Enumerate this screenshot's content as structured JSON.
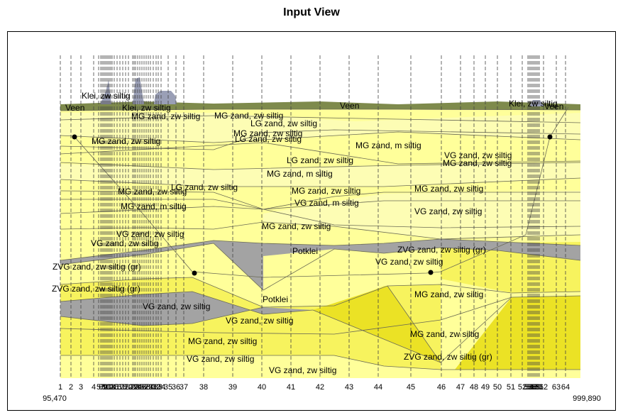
{
  "title": "Input View",
  "axis": {
    "left_value": "95,470",
    "right_value": "999,890",
    "verticals": [
      {
        "label": "1"
      },
      {
        "label": "2"
      },
      {
        "label": "3"
      },
      {
        "label": "4"
      },
      {
        "label": "5"
      },
      {
        "label": "6"
      },
      {
        "label": "7"
      },
      {
        "label": "8"
      },
      {
        "label": "9"
      },
      {
        "label": "10"
      },
      {
        "label": "11"
      },
      {
        "label": "12"
      },
      {
        "label": "13"
      },
      {
        "label": "14"
      },
      {
        "label": "15"
      },
      {
        "label": "16"
      },
      {
        "label": "17"
      },
      {
        "label": "18"
      },
      {
        "label": "19"
      },
      {
        "label": "20"
      },
      {
        "label": "21"
      },
      {
        "label": "22"
      },
      {
        "label": "23"
      },
      {
        "label": "24"
      },
      {
        "label": "25"
      },
      {
        "label": "26"
      },
      {
        "label": "27"
      },
      {
        "label": "28"
      },
      {
        "label": "29"
      },
      {
        "label": "30"
      },
      {
        "label": "31"
      },
      {
        "label": "32"
      },
      {
        "label": "33"
      },
      {
        "label": "34"
      },
      {
        "label": "35"
      },
      {
        "label": "36"
      },
      {
        "label": "37"
      },
      {
        "label": "38"
      },
      {
        "label": "39"
      },
      {
        "label": "40"
      },
      {
        "label": "41"
      },
      {
        "label": "42"
      },
      {
        "label": "43"
      },
      {
        "label": "44"
      },
      {
        "label": "45"
      },
      {
        "label": "46"
      },
      {
        "label": "47"
      },
      {
        "label": "48"
      },
      {
        "label": "49"
      },
      {
        "label": "50"
      },
      {
        "label": "51"
      },
      {
        "label": "52"
      },
      {
        "label": "53"
      },
      {
        "label": "54"
      },
      {
        "label": "55"
      },
      {
        "label": "56"
      },
      {
        "label": "57"
      },
      {
        "label": "58"
      },
      {
        "label": "59"
      },
      {
        "label": "60"
      },
      {
        "label": "61"
      },
      {
        "label": "62"
      },
      {
        "label": "63"
      },
      {
        "label": "64"
      }
    ]
  },
  "layers": [
    {
      "name": "Klei, zw siltig"
    },
    {
      "name": "Veen"
    },
    {
      "name": "Klei, zw siltig"
    },
    {
      "name": "MG zand, zw siltig"
    },
    {
      "name": "MG zand, zw siltig"
    },
    {
      "name": "Veen"
    },
    {
      "name": "Klei, zw siltig"
    },
    {
      "name": "Veen"
    },
    {
      "name": "LG zand, zw siltig"
    },
    {
      "name": "MG zand, zw siltig"
    },
    {
      "name": "LG zand, zw siltig"
    },
    {
      "name": "MG zand, zw siltig"
    },
    {
      "name": "MG zand, m siltig"
    },
    {
      "name": "LG zand, zw siltig"
    },
    {
      "name": "MG zand, m siltig"
    },
    {
      "name": "VG zand, zw siltig"
    },
    {
      "name": "MG zand, zw siltig"
    },
    {
      "name": "LG zand, zw siltig"
    },
    {
      "name": "MG zand, zw siltig"
    },
    {
      "name": "MG zand, zw siltig"
    },
    {
      "name": "MG zand, zw siltig"
    },
    {
      "name": "MG zand, m siltig"
    },
    {
      "name": "VG zand, m siltig"
    },
    {
      "name": "VG zand, zw siltig"
    },
    {
      "name": "MG zand, zw siltig"
    },
    {
      "name": "VG zand, zw siltig"
    },
    {
      "name": "VG zand, zw siltig"
    },
    {
      "name": "Potklei"
    },
    {
      "name": "ZVG zand, zw siltig (gr)"
    },
    {
      "name": "ZVG zand, zw siltig (gr)"
    },
    {
      "name": "VG zand, zw siltig"
    },
    {
      "name": "ZVG zand, zw siltig (gr)"
    },
    {
      "name": "MG zand, zw siltig"
    },
    {
      "name": "VG zand, zw siltig"
    },
    {
      "name": "Potklei"
    },
    {
      "name": "VG zand, zw siltig"
    },
    {
      "name": "MG zand, zw siltig"
    },
    {
      "name": "MG zand, zw siltig"
    },
    {
      "name": "VG zand, zw siltig"
    },
    {
      "name": "ZVG zand, zw siltig (gr)"
    },
    {
      "name": "VG zand, zw siltig"
    }
  ],
  "colors": {
    "sand_light": "#fdfdb4",
    "sand": "#ffff9a",
    "sand_mid": "#f7f35e",
    "sand_dark": "#ebe225",
    "veen": "#7e8a4c",
    "klei": "#9a9fb6",
    "potklei": "#a3a3a3",
    "lines": "#6b6b55"
  }
}
